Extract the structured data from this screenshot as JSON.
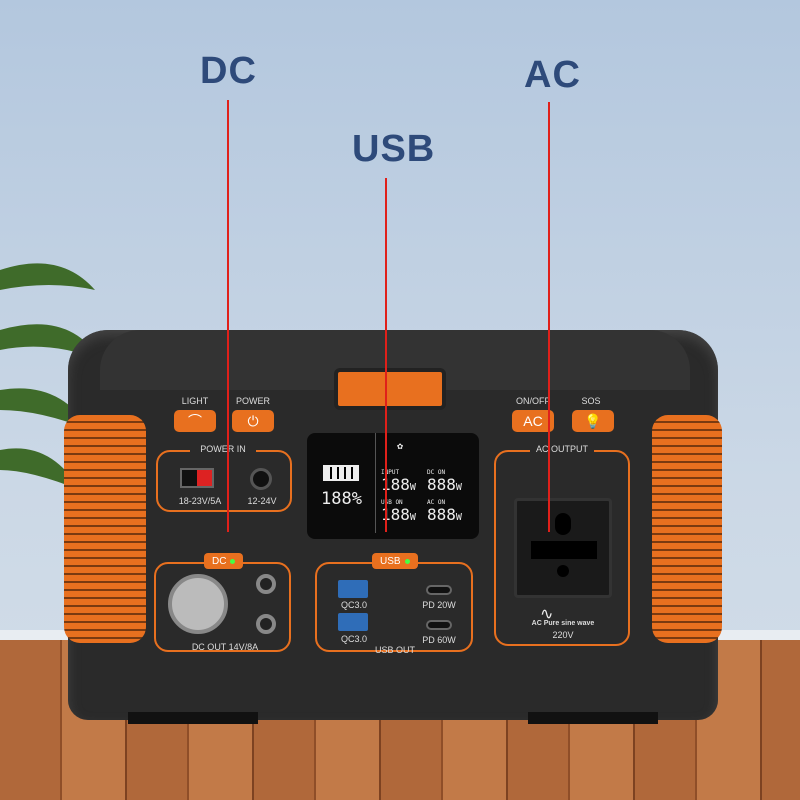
{
  "callouts": {
    "dc": "DC",
    "usb": "USB",
    "ac": "AC"
  },
  "buttons": {
    "light": "LIGHT",
    "power": "POWER",
    "onoff": "ON/OFF",
    "ac_btn": "AC",
    "sos": "SOS"
  },
  "power_in": {
    "title": "POWER IN",
    "anderson": "18-23V/5A",
    "dc_jack": "12-24V"
  },
  "lcd": {
    "battery": "188%",
    "input_label": "INPUT",
    "input_value": "188",
    "dc_label": "DC ON",
    "dc_value": "888",
    "usb_label": "USB ON",
    "usb_value": "188",
    "ac_label": "AC ON",
    "ac_value": "888",
    "unit": "W"
  },
  "dc": {
    "chip": "DC",
    "caption": "DC OUT  14V/8A"
  },
  "usb": {
    "chip": "USB",
    "qc1": "QC3.0",
    "qc2": "QC3.0",
    "pd1": "PD 20W",
    "pd2": "PD 60W",
    "caption": "USB OUT"
  },
  "ac": {
    "title": "AC OUTPUT",
    "wave": "AC Pure sine wave",
    "voltage": "220V"
  }
}
